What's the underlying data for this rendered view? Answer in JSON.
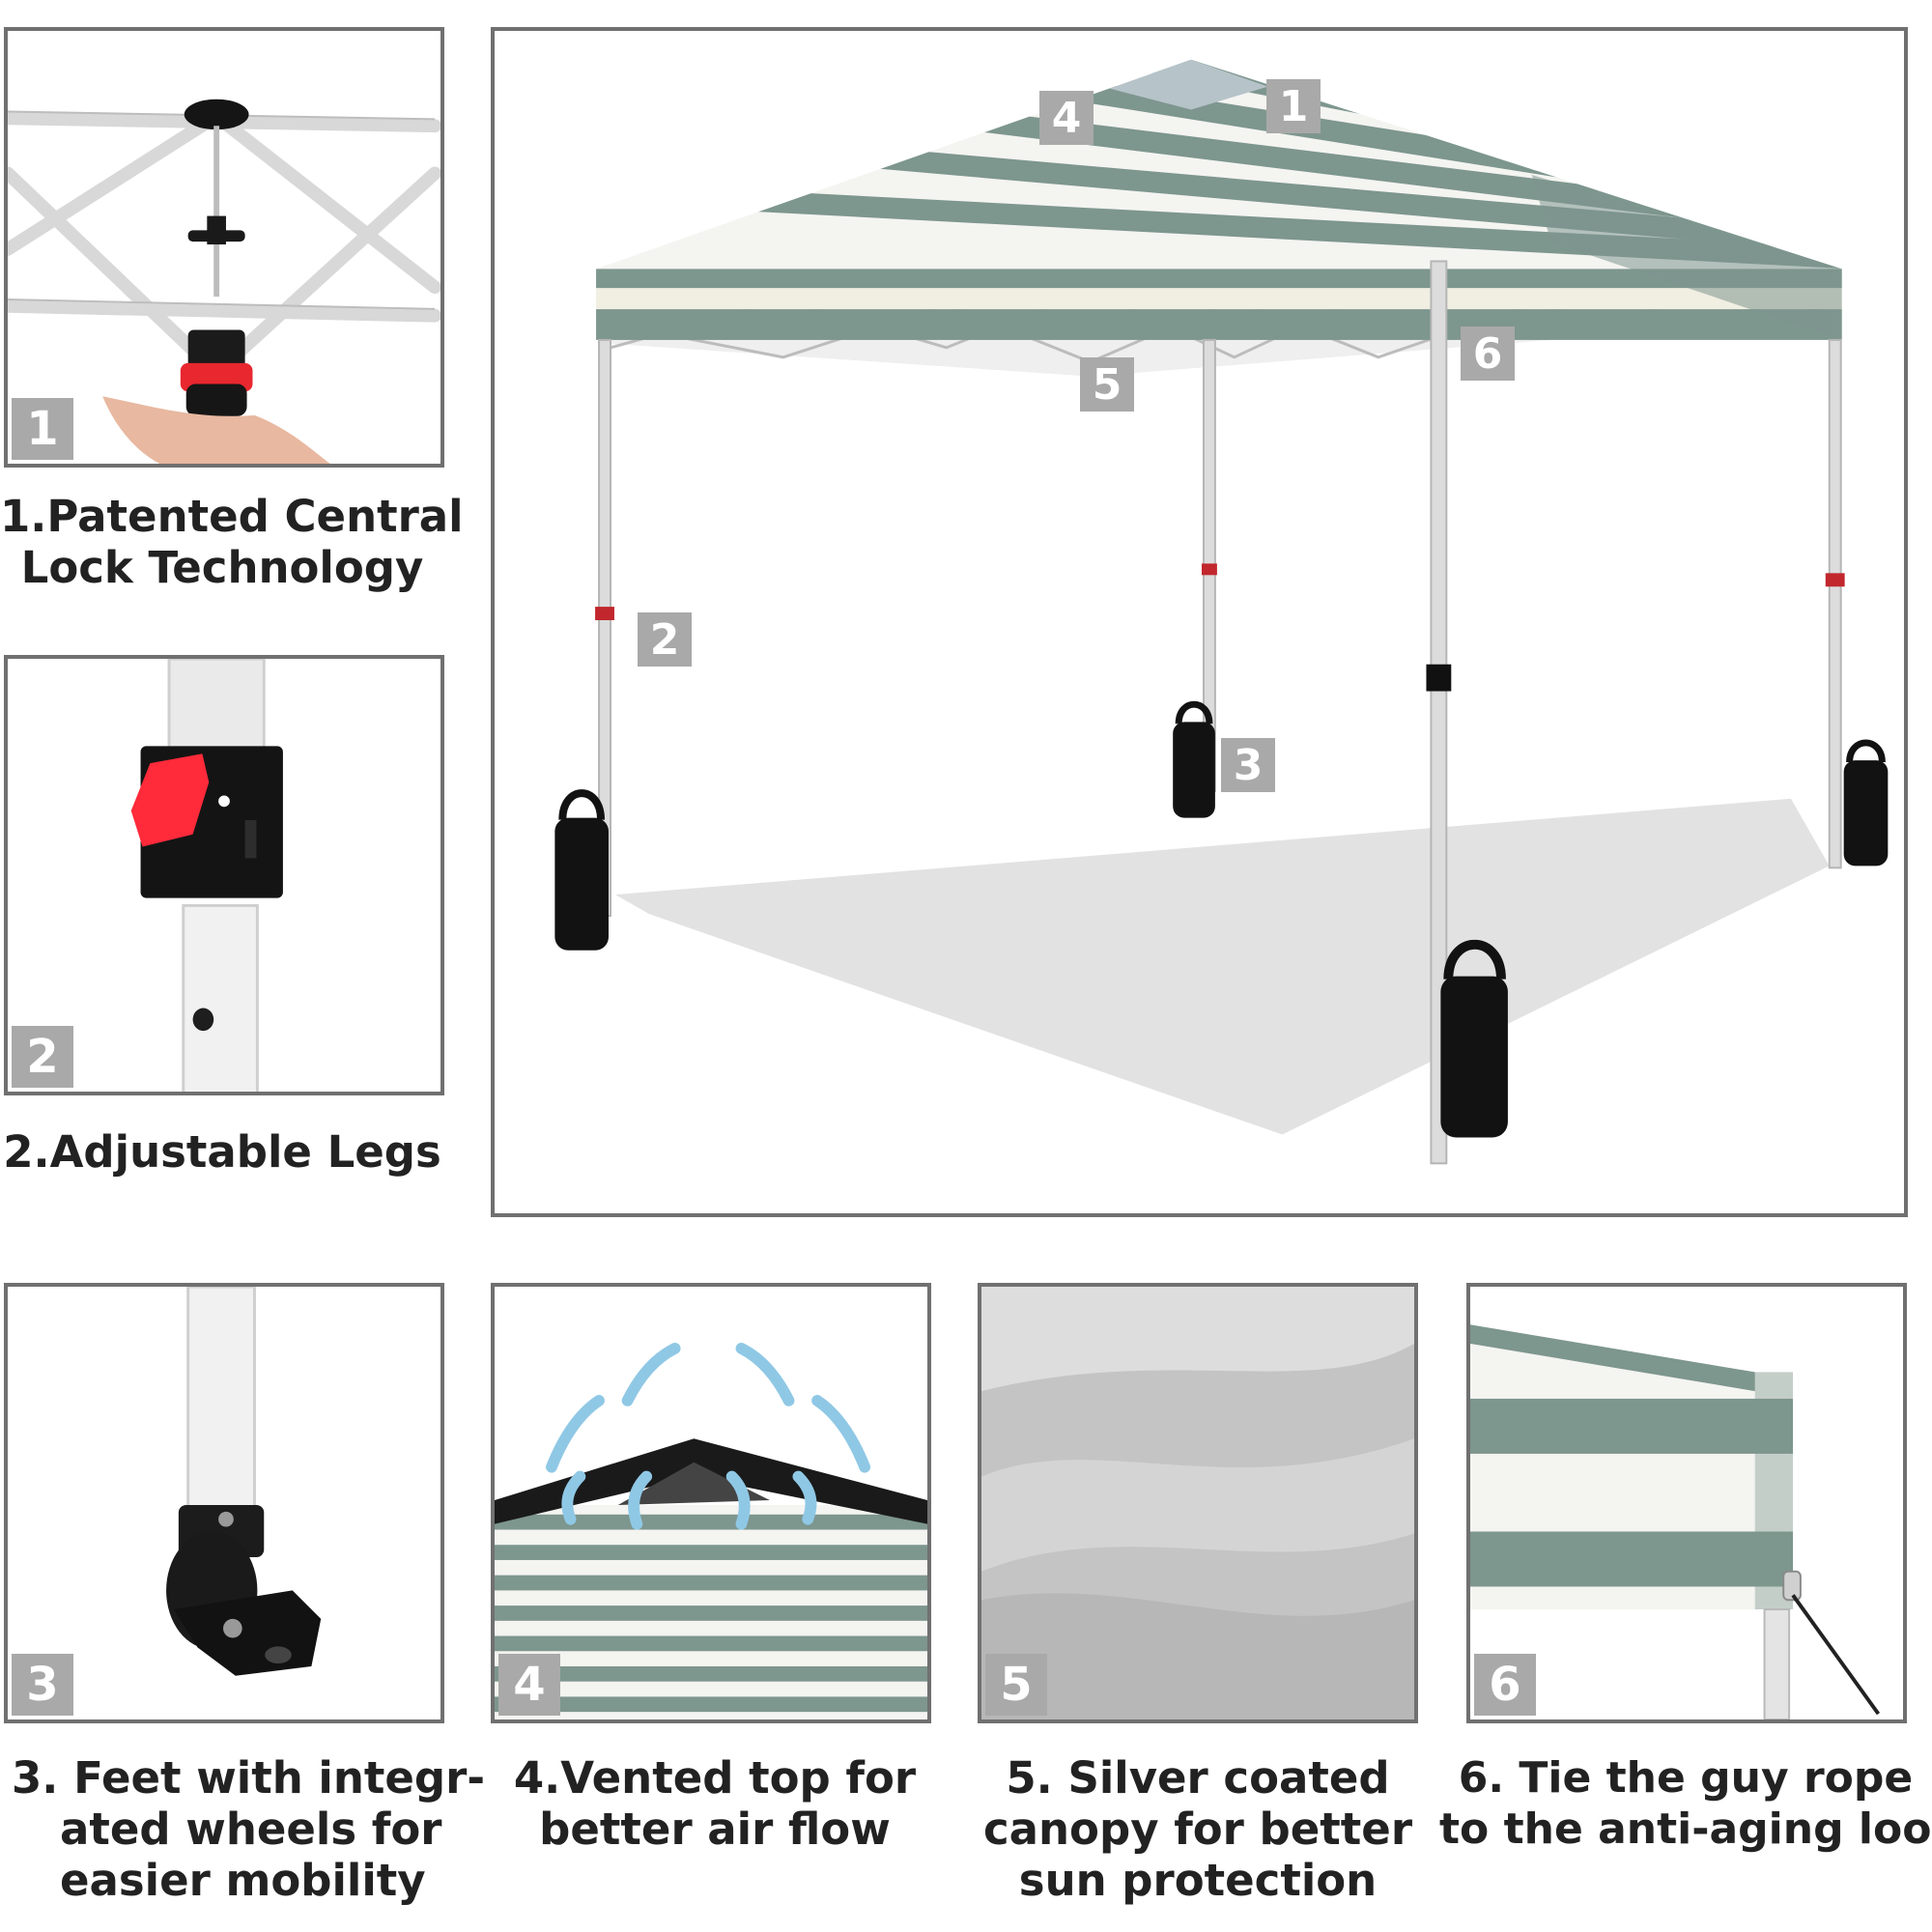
{
  "colors": {
    "frame_border": "#707070",
    "stripe_green": "#7d968e",
    "stripe_white": "#f4f4f1",
    "badge_gray": "#a9a9a9",
    "caption_text": "#222222",
    "lock_red": "#ff2a3a",
    "weight_bag": "#121212"
  },
  "panels": [
    {
      "number": "1",
      "caption_lines": [
        "1.Patented Central",
        "Lock Technology"
      ],
      "icon": "central-lock-hub-icon"
    },
    {
      "number": "2",
      "caption_lines": [
        "2.Adjustable Legs"
      ],
      "icon": "leg-lock-button-icon"
    },
    {
      "number": "3",
      "caption_lines": [
        "3. Feet with integr-",
        "ated wheels for",
        "easier mobility"
      ],
      "icon": "wheeled-foot-icon"
    },
    {
      "number": "4",
      "caption_lines": [
        "4.Vented top for",
        "better air flow"
      ],
      "icon": "vent-airflow-icon"
    },
    {
      "number": "5",
      "caption_lines": [
        "5. Silver coated",
        "canopy for better",
        "sun protection"
      ],
      "icon": "silver-fabric-icon"
    },
    {
      "number": "6",
      "caption_lines": [
        "6. Tie the guy rope",
        "to the anti-aging loop"
      ],
      "icon": "guy-rope-loop-icon"
    }
  ],
  "main_image": {
    "subject": "striped-canopy-tent-icon",
    "callouts": [
      "1",
      "2",
      "3",
      "4",
      "5",
      "6"
    ]
  }
}
